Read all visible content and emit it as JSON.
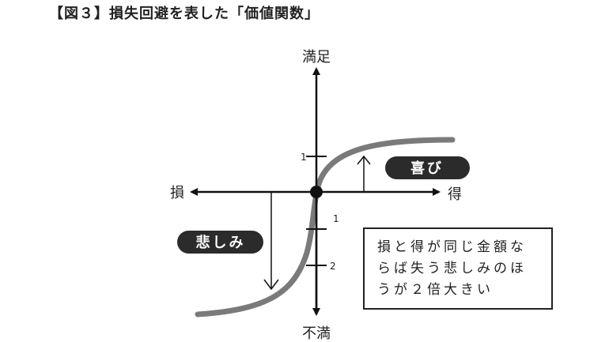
{
  "title": "【図３】損失回避を表した「価値関数」",
  "axes": {
    "top": "満足",
    "bottom": "不満",
    "left": "損",
    "right": "得",
    "ticks": {
      "up_1": "1",
      "down_1": "1",
      "down_2": "2"
    }
  },
  "labels": {
    "gain": "喜び",
    "loss": "悲しみ"
  },
  "note": {
    "lines": [
      "損と得が同じ金額な",
      "らば失う悲しみのほ",
      "うが２倍大きい"
    ]
  },
  "colors": {
    "curve": "#7a7a7a",
    "axis": "#111111",
    "pill": "#2b2b2b"
  }
}
